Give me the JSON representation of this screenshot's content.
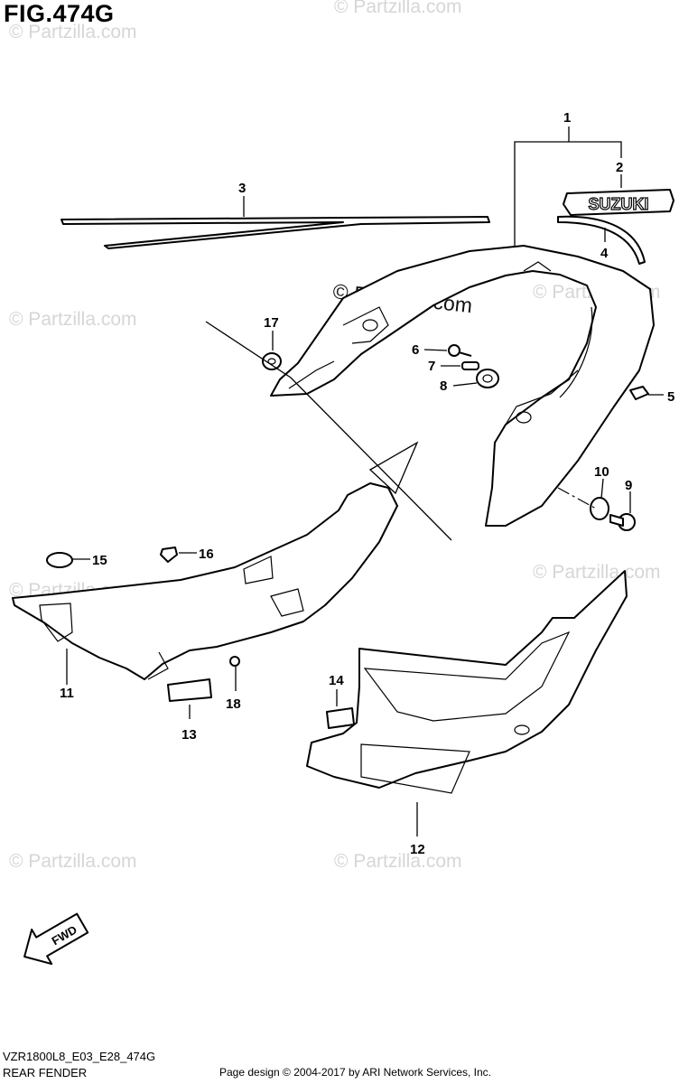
{
  "figure": {
    "title": "FIG.474G",
    "code": "VZR1800L8_E03_E28_474G",
    "name": "REAR FENDER",
    "page_credit": "Page design © 2004-2017 by ARI Network Services, Inc."
  },
  "watermark": {
    "text": "© Partzilla.com",
    "prominent_text": "© Partzilla.com"
  },
  "emblem_text": "SUZUKI",
  "fwd_label": "FWD",
  "callouts": [
    "1",
    "2",
    "3",
    "4",
    "5",
    "6",
    "7",
    "8",
    "9",
    "10",
    "11",
    "12",
    "13",
    "14",
    "15",
    "16",
    "17",
    "18"
  ],
  "colors": {
    "line": "#000000",
    "watermark": "#d6d6d6",
    "background": "#ffffff"
  }
}
